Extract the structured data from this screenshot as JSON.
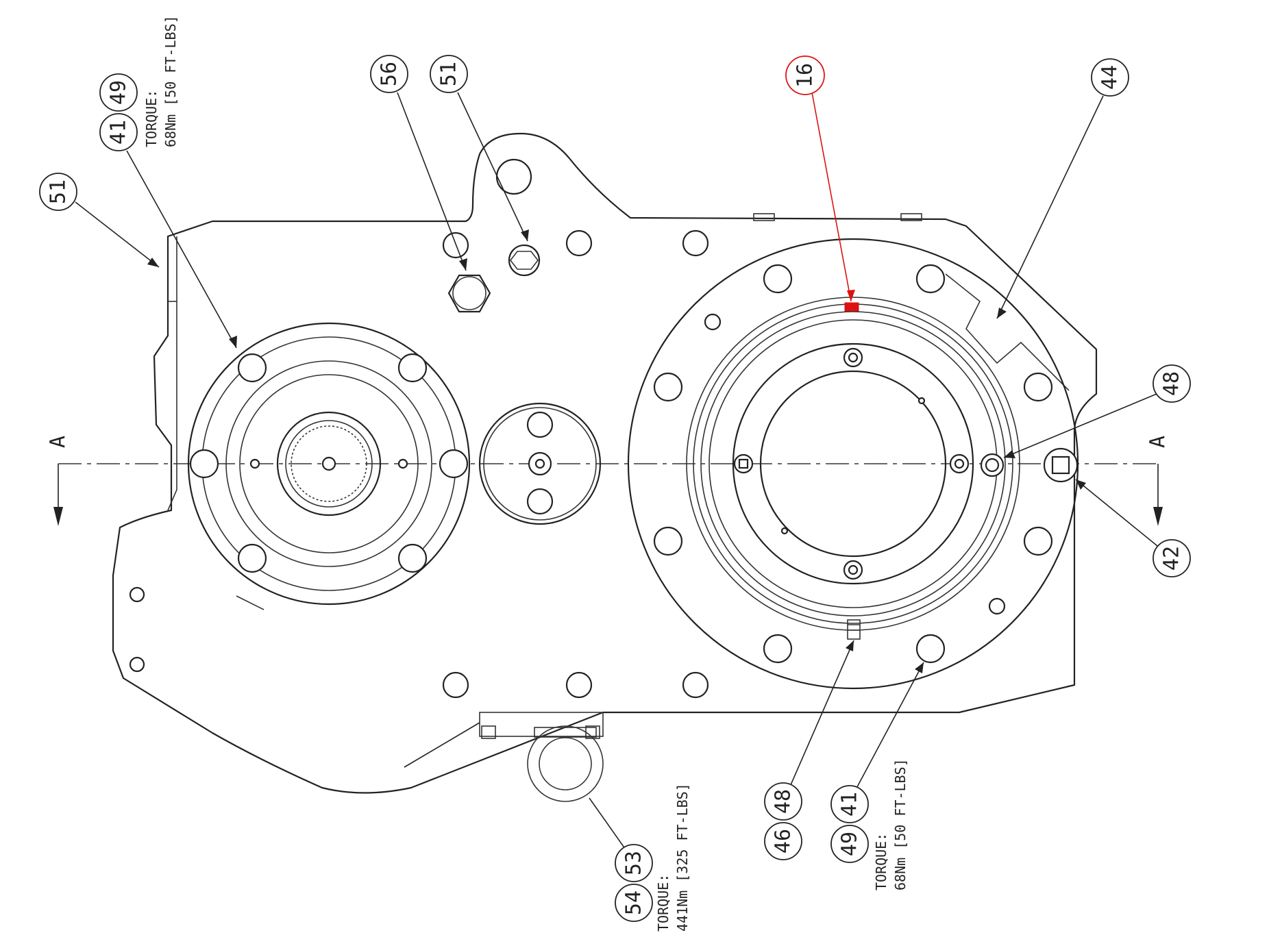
{
  "callouts": {
    "c51_left": "51",
    "c41_top": "41",
    "c49_top": "49",
    "c56": "56",
    "c51_top": "51",
    "c16": "16",
    "c44": "44",
    "c48_right": "48",
    "c42": "42",
    "c54": "54",
    "c53": "53",
    "c46": "46",
    "c48_bottom": "48",
    "c49_bottom": "49",
    "c41_bottom": "41"
  },
  "notes": {
    "top_torque_label": "TORQUE:",
    "top_torque_value": "68Nm [50 FT-LBS]",
    "bottom_left_torque_label": "TORQUE:",
    "bottom_left_torque_value": "441Nm [325 FT-LBS]",
    "bottom_right_torque_label": "TORQUE:",
    "bottom_right_torque_value": "68Nm [50 FT-LBS]"
  },
  "section": {
    "left": "A",
    "right": "A"
  },
  "colors": {
    "line": "#222222",
    "highlight": "#dd1111"
  }
}
